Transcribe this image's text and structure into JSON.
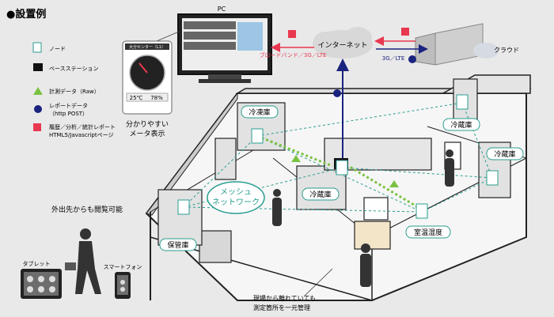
{
  "legend": {
    "title": "●設置例",
    "items": [
      {
        "label": "ノード"
      },
      {
        "label": "ベースステーション"
      },
      {
        "label": "計測データ（Raw）"
      },
      {
        "label": "レポートデータ",
        "sub": "（http POST）"
      },
      {
        "label": "履歴／分析／統計レポート",
        "sub": "HTML5/Javascriptページ"
      }
    ]
  },
  "top": {
    "pc_label": "PC",
    "internet_label": "インターネット",
    "cloud_label": "クラウド",
    "broadband_label": "ブロードバンド／3G／LTE",
    "lte_label": "3G／LTE"
  },
  "meter": {
    "screen_title": "大分センター（L1）",
    "readout_left": "25℃",
    "readout_right": "78%",
    "caption_line1": "分かりやすい",
    "caption_line2": "メータ表示"
  },
  "remote": {
    "caption": "外出先からも閲覧可能",
    "tablet_label": "タブレット",
    "smartphone_label": "スマートフォン"
  },
  "floor": {
    "reitouko": "冷凍庫",
    "reizouko_top": "冷蔵庫",
    "reizouko_right": "冷蔵庫",
    "reizouko_center": "冷蔵庫",
    "hokanko": "保管庫",
    "room_temp": "室温湿度",
    "mesh_line1": "メッシュ",
    "mesh_line2": "ネットワーク",
    "bottom_caption_line1": "現場から離れていても",
    "bottom_caption_line2": "測定箇所を一元管理"
  },
  "colors": {
    "red": "#e8384f",
    "navy": "#1a237e",
    "green": "#7cc242",
    "teal": "#2a9d8f"
  }
}
